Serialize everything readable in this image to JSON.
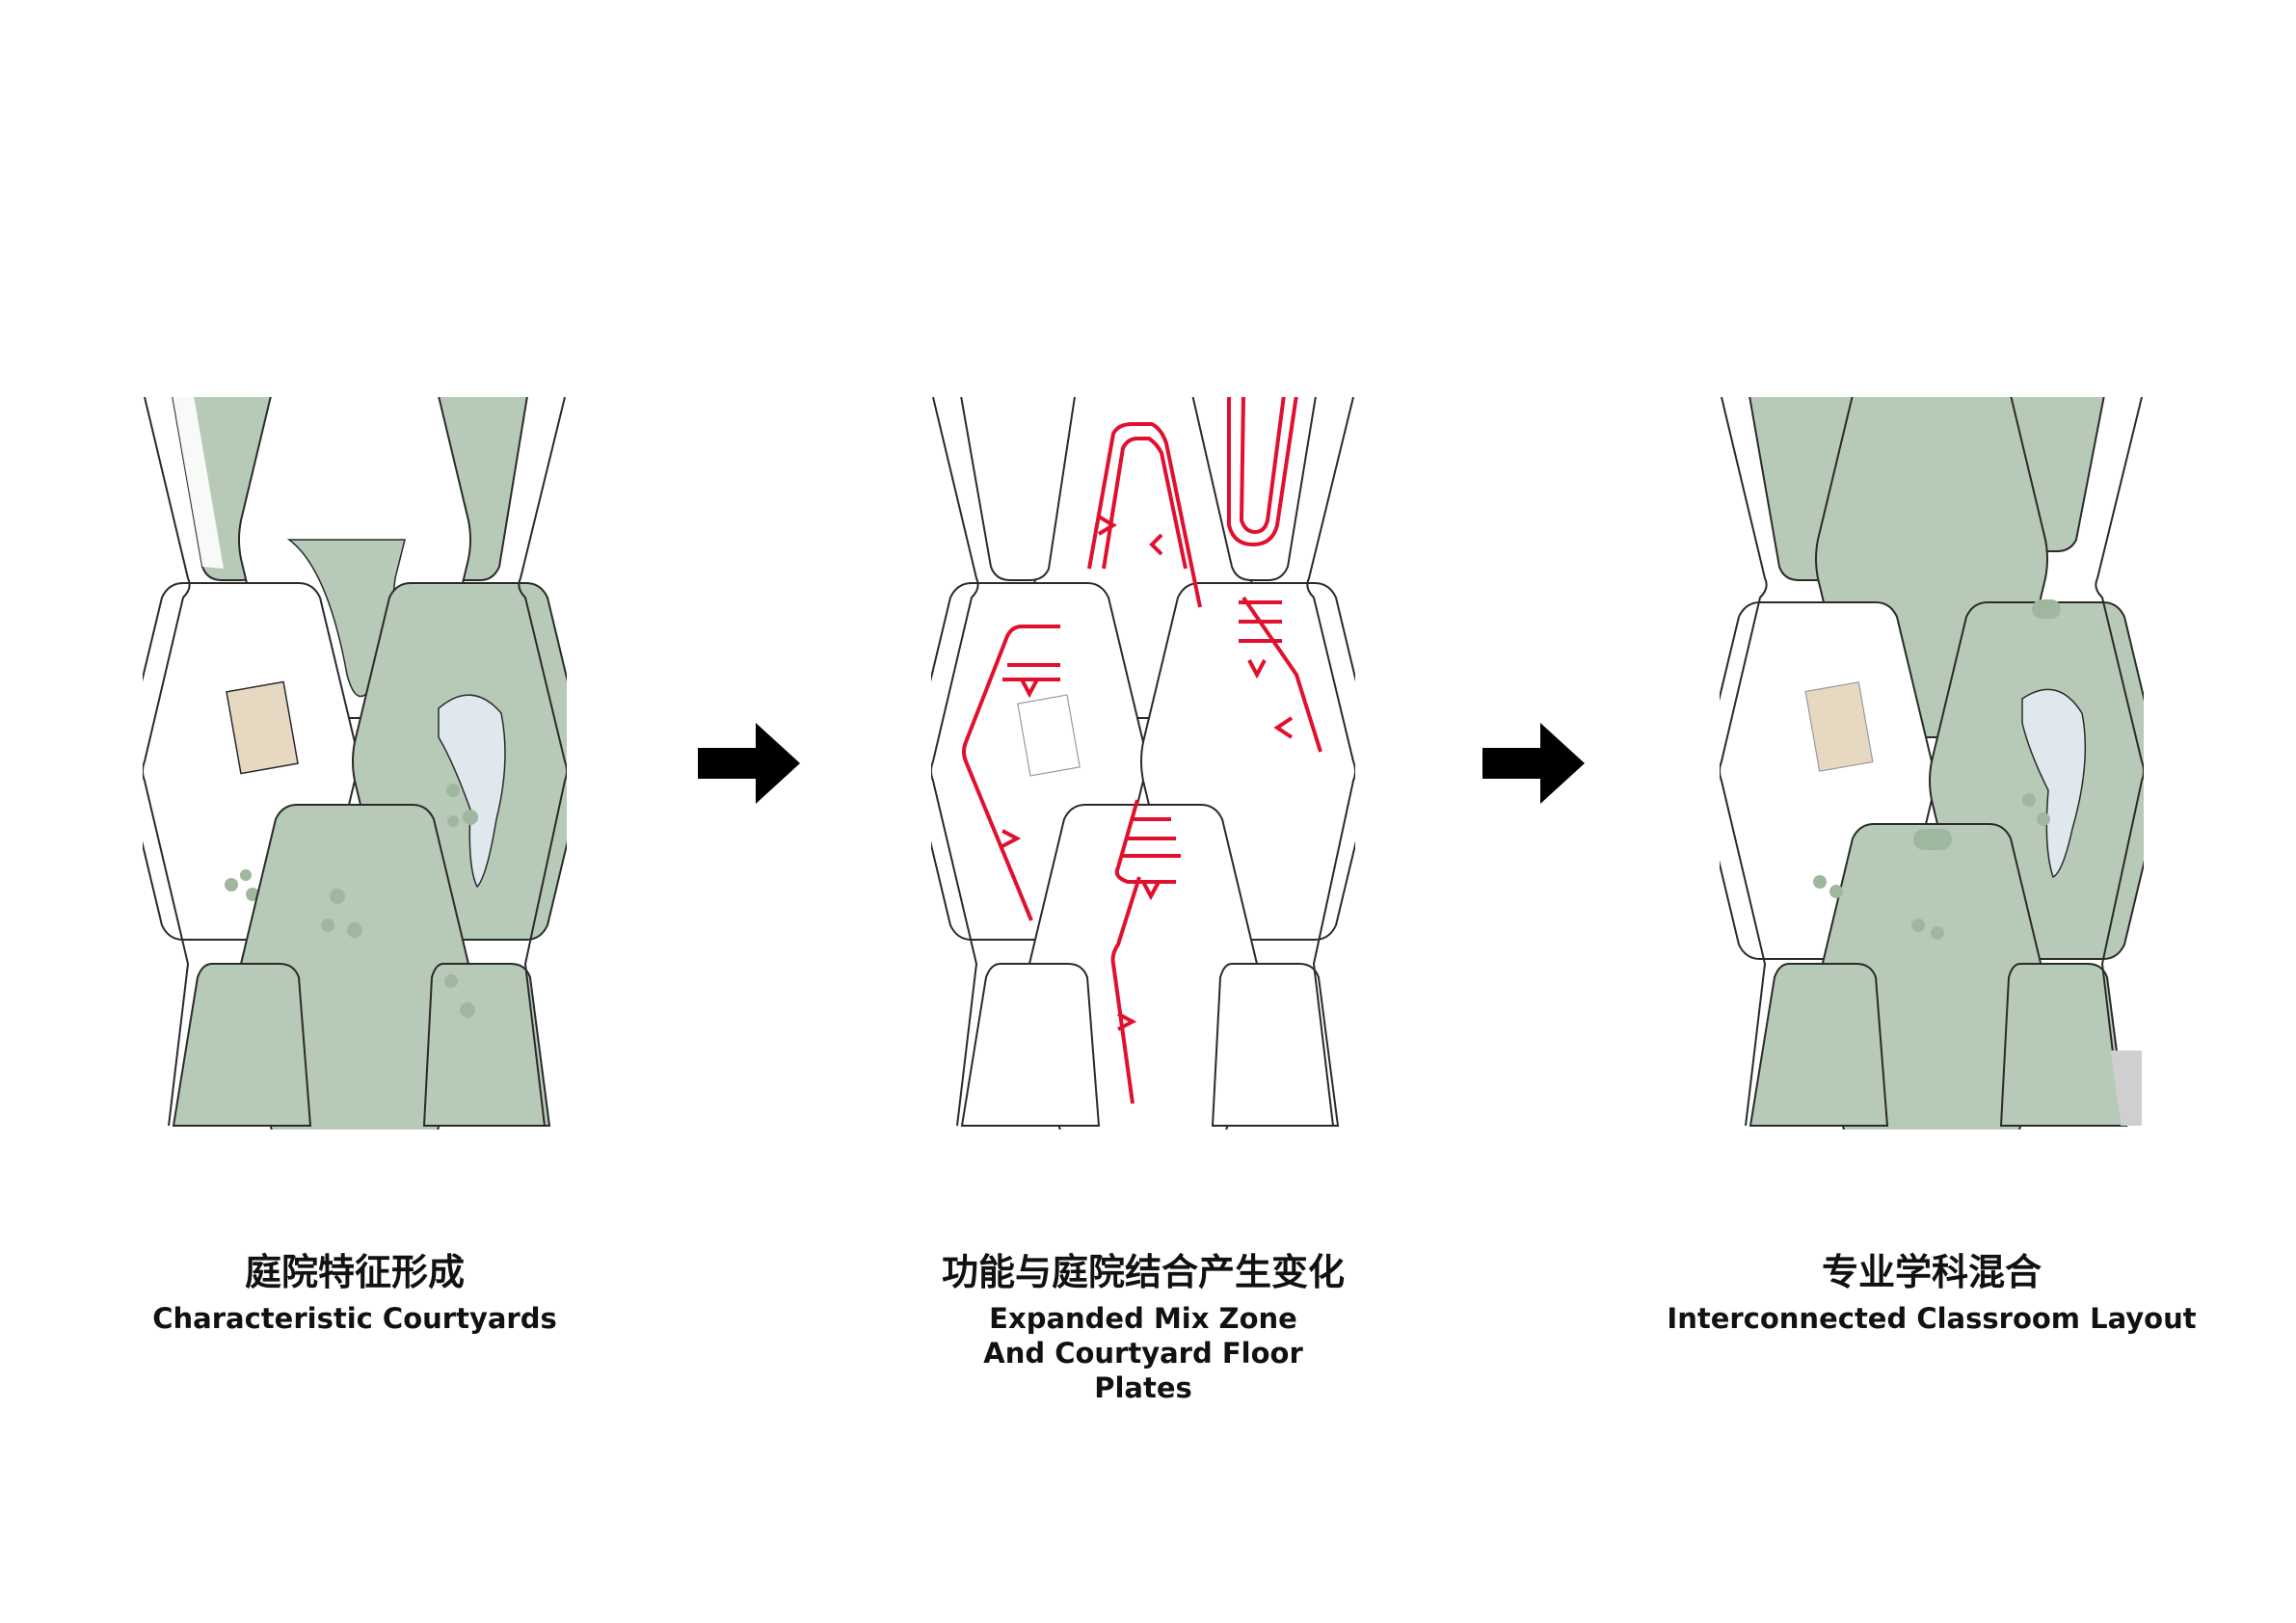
{
  "colors": {
    "green": "#b7cab7",
    "green_dark": "#a3b9a3",
    "green_dot": "#9fb79f",
    "water": "#dfe8ec",
    "red": "#e0102e",
    "white": "#ffffff",
    "outline": "#2a2a2a",
    "shadow": "#cfcfcf",
    "court": "#e7d8c2"
  },
  "panels": [
    {
      "title_zh": "庭院特征形成",
      "title_en": "Characteristic Courtyards"
    },
    {
      "title_zh": "功能与庭院结合产生变化",
      "title_en": "Expanded Mix Zone And Courtyard Floor Plates"
    },
    {
      "title_zh": "专业学科混合",
      "title_en": "Interconnected Classroom Layout"
    }
  ],
  "arrows": [
    {
      "icon": "right-arrow-icon"
    },
    {
      "icon": "right-arrow-icon"
    }
  ]
}
